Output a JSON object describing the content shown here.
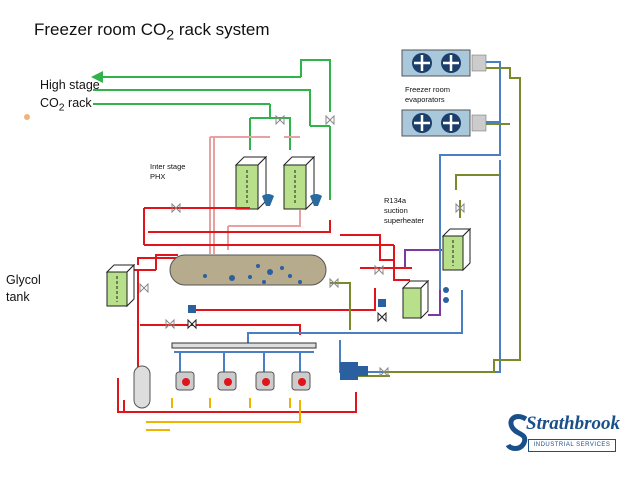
{
  "title": {
    "prefix": "Freezer room CO",
    "sub": "2",
    "suffix": " rack system"
  },
  "labels": {
    "high_stage_line1": "High stage",
    "high_stage_line2_prefix": "CO",
    "high_stage_line2_sub": "2",
    "high_stage_line2_suffix": "rack",
    "glycol_line1": "Glycol",
    "glycol_line2": "tank",
    "phx_line1": "Inter stage",
    "phx_line2": "PHX",
    "evap_line1": "Freezer room",
    "evap_line2": "evaporators",
    "r134a_line1": "R134a",
    "r134a_line2": "suction",
    "r134a_line3": "superheater"
  },
  "logo": {
    "name": "Strathbrook",
    "tagline": "INDUSTRIAL SERVICES"
  },
  "colors": {
    "red": "#e0141a",
    "green": "#2fb34a",
    "pink": "#e8a0a0",
    "blue": "#4a7fc1",
    "olive": "#7a8a2a",
    "purple": "#7a3aa0",
    "yellow": "#f0b400",
    "hx_fill": "#b8e08a",
    "tank_fill": "#b7ab8e",
    "brand": "#1b4f8a"
  }
}
